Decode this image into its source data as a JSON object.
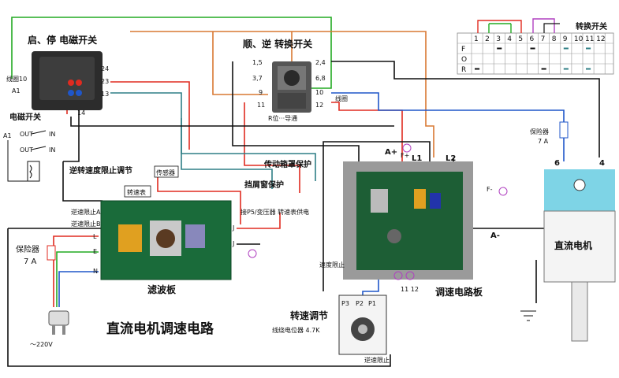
{
  "title": "直流电机调速电路",
  "switch_start_stop": {
    "label": "启、停 电磁开关",
    "coil_label": "线圈10",
    "terminal_a1": "A1",
    "terminals": [
      "24",
      "23",
      "13",
      "14"
    ]
  },
  "switch_fwd_rev": {
    "label": "顺、逆 转换开关",
    "left_terminals": [
      "1,5",
      "3,7",
      "9",
      "11"
    ],
    "right_terminals": [
      "2,4",
      "6,8",
      "10",
      "12"
    ],
    "coil_label": "线圈",
    "position_label": "R位···导通"
  },
  "em_switch": {
    "label": "电磁开关",
    "out": "OUT",
    "in": "IN",
    "a1": "A1"
  },
  "transfer_table": {
    "label": "转换开关",
    "headers": [
      "1",
      "2",
      "3",
      "4",
      "5",
      "6",
      "7",
      "8",
      "9",
      "10",
      "11",
      "12"
    ],
    "rows": [
      "F",
      "O",
      "R"
    ]
  },
  "fuse_motor": {
    "label": "保险器",
    "value": "7 A"
  },
  "motor": {
    "label": "直流电机",
    "terminal_6": "6",
    "terminal_4": "4"
  },
  "speed_board": {
    "label": "调速电路板",
    "terminals": {
      "a_plus": "A+",
      "a_minus": "A-",
      "l1": "L1",
      "l2": "L2",
      "f_plus": "F+",
      "f_minus": "F-",
      "eleven_twelve": "11 12",
      "limit": "速度限止"
    }
  },
  "filter_board": {
    "label": "滤波板",
    "terminals": [
      "L",
      "E",
      "N",
      "J",
      "J"
    ],
    "limit_a": "逆速限止A",
    "limit_b": "逆速限止B",
    "sensor_note": "接P5/变压器\n转速表供电"
  },
  "reverse_speed": {
    "label": "逆转速度限止调节",
    "sensor": "传感器",
    "tacho": "转速表"
  },
  "guard_drive": "传动箱罩保护",
  "guard_window": "挡屑窗保护",
  "fuse_main": {
    "label": "保险器",
    "value": "7 A"
  },
  "power_plug": {
    "voltage": "～220V"
  },
  "speed_pot": {
    "label": "转速调节",
    "sub": "线绕电位器 4.7K",
    "pins": [
      "P3",
      "P2",
      "P1"
    ],
    "limit": "逆速限止"
  },
  "colors": {
    "red": "#e02b20",
    "orange": "#d97832",
    "teal": "#2f7f86",
    "blue": "#1f56c9",
    "green": "#22aa22",
    "purple": "#b040c0",
    "black": "#111111"
  }
}
